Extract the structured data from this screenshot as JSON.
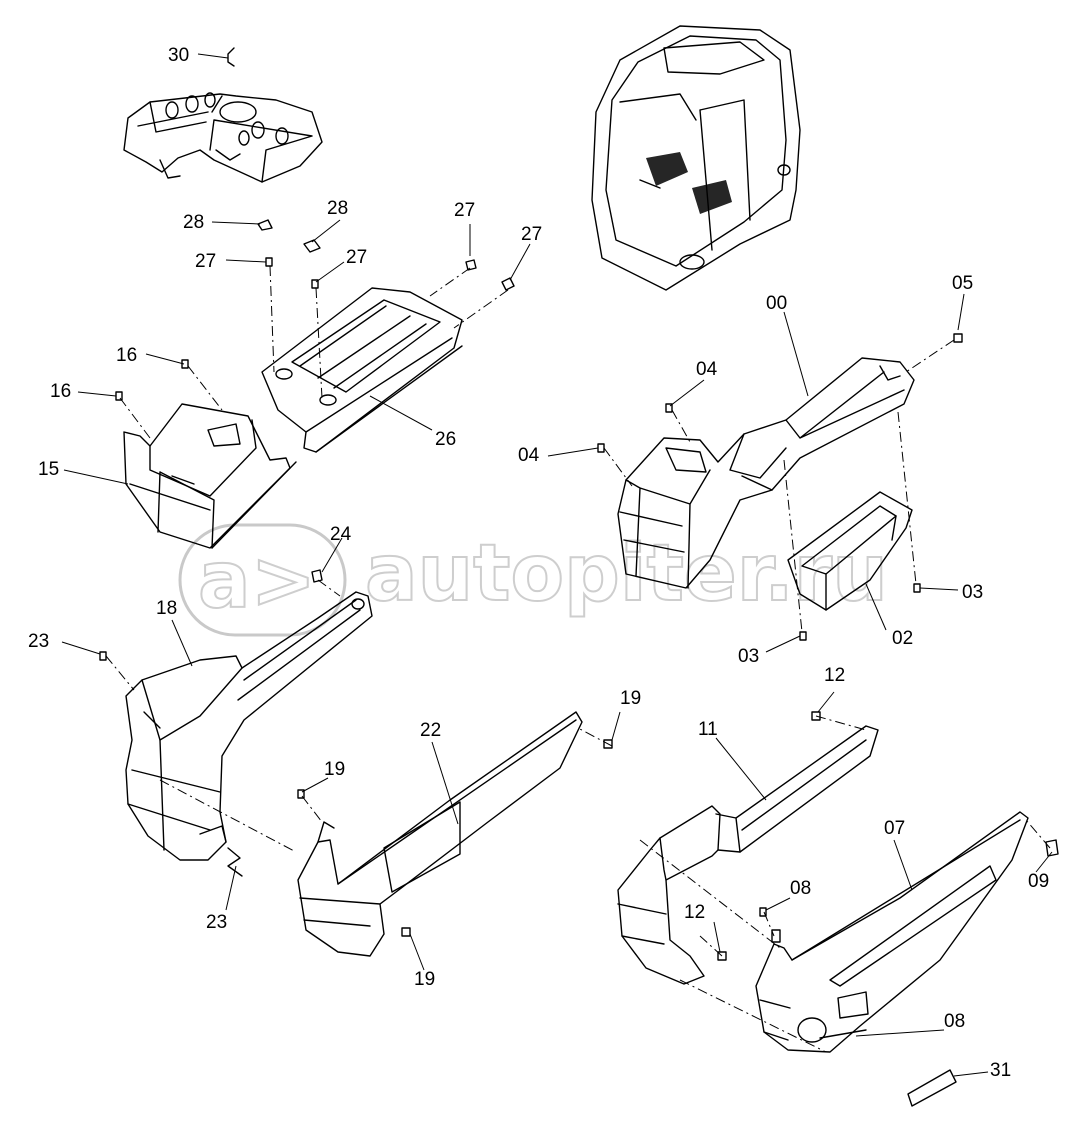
{
  "watermark": {
    "text": "autopiter.ru",
    "logo_icon": "autopiter-logo-icon"
  },
  "callouts": [
    {
      "id": "30",
      "label": "30"
    },
    {
      "id": "28a",
      "label": "28"
    },
    {
      "id": "28b",
      "label": "28"
    },
    {
      "id": "27a",
      "label": "27"
    },
    {
      "id": "27b",
      "label": "27"
    },
    {
      "id": "27c",
      "label": "27"
    },
    {
      "id": "27d",
      "label": "27"
    },
    {
      "id": "16a",
      "label": "16"
    },
    {
      "id": "16b",
      "label": "16"
    },
    {
      "id": "15",
      "label": "15"
    },
    {
      "id": "26",
      "label": "26"
    },
    {
      "id": "00",
      "label": "00"
    },
    {
      "id": "05",
      "label": "05"
    },
    {
      "id": "04a",
      "label": "04"
    },
    {
      "id": "04b",
      "label": "04"
    },
    {
      "id": "03a",
      "label": "03"
    },
    {
      "id": "03b",
      "label": "03"
    },
    {
      "id": "02",
      "label": "02"
    },
    {
      "id": "24",
      "label": "24"
    },
    {
      "id": "18",
      "label": "18"
    },
    {
      "id": "23a",
      "label": "23"
    },
    {
      "id": "23b",
      "label": "23"
    },
    {
      "id": "22",
      "label": "22"
    },
    {
      "id": "19a",
      "label": "19"
    },
    {
      "id": "19b",
      "label": "19"
    },
    {
      "id": "19c",
      "label": "19"
    },
    {
      "id": "12a",
      "label": "12"
    },
    {
      "id": "12b",
      "label": "12"
    },
    {
      "id": "11",
      "label": "11"
    },
    {
      "id": "07",
      "label": "07"
    },
    {
      "id": "09",
      "label": "09"
    },
    {
      "id": "08a",
      "label": "08"
    },
    {
      "id": "08b",
      "label": "08"
    },
    {
      "id": "31",
      "label": "31"
    }
  ]
}
